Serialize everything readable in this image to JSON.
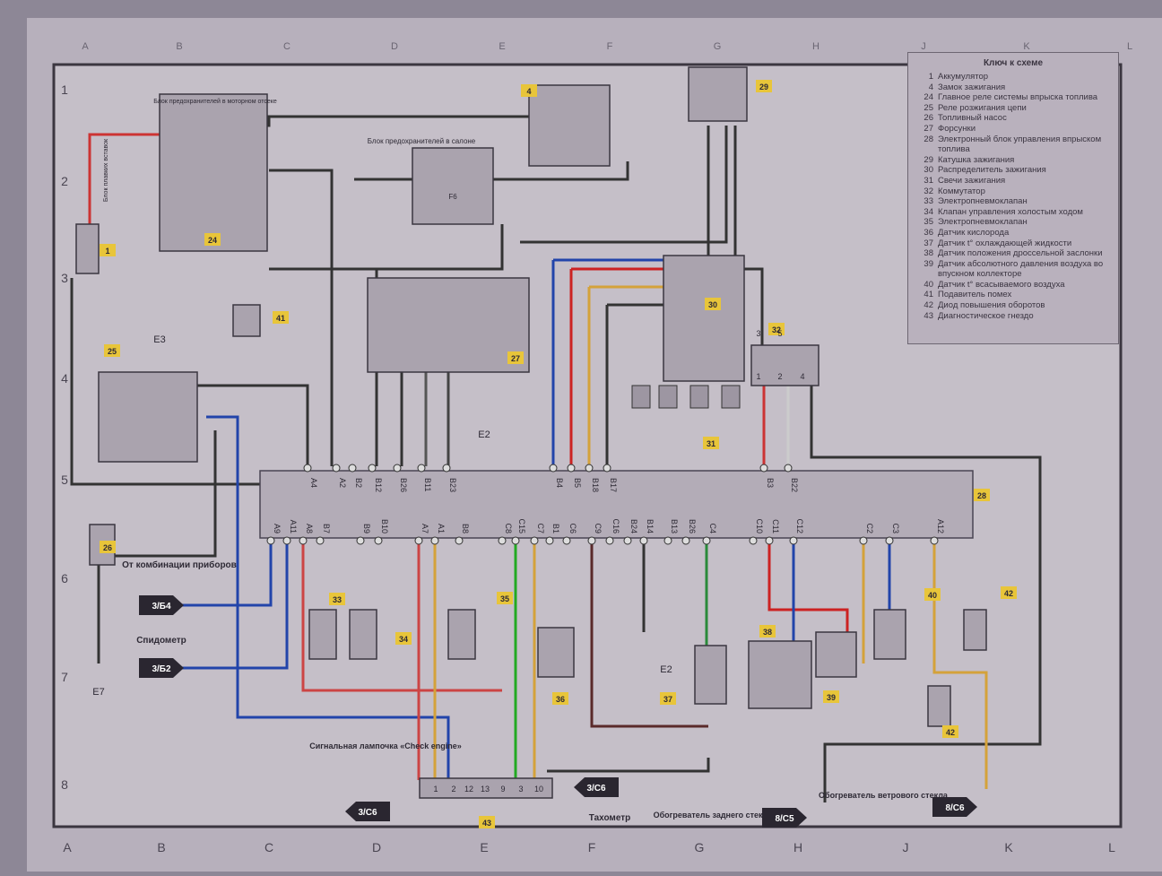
{
  "legend": {
    "title": "Ключ к схеме",
    "items": [
      {
        "num": "1",
        "label": "Аккумулятор"
      },
      {
        "num": "4",
        "label": "Замок зажигания"
      },
      {
        "num": "24",
        "label": "Главное реле системы впрыска топлива"
      },
      {
        "num": "25",
        "label": "Реле розжигания цепи"
      },
      {
        "num": "26",
        "label": "Топливный насос"
      },
      {
        "num": "27",
        "label": "Форсунки"
      },
      {
        "num": "28",
        "label": "Электронный блок управления впрыском топлива"
      },
      {
        "num": "29",
        "label": "Катушка зажигания"
      },
      {
        "num": "30",
        "label": "Распределитель зажигания"
      },
      {
        "num": "31",
        "label": "Свечи зажигания"
      },
      {
        "num": "32",
        "label": "Коммутатор"
      },
      {
        "num": "33",
        "label": "Электропневмоклапан"
      },
      {
        "num": "34",
        "label": "Клапан управления холостым ходом"
      },
      {
        "num": "35",
        "label": "Электропневмоклапан"
      },
      {
        "num": "36",
        "label": "Датчик кислорода"
      },
      {
        "num": "37",
        "label": "Датчик t° охлаждающей жидкости"
      },
      {
        "num": "38",
        "label": "Датчик положения дроссельной заслонки"
      },
      {
        "num": "39",
        "label": "Датчик абсолютного давления воздуха во впускном коллекторе"
      },
      {
        "num": "40",
        "label": "Датчик t° всасываемого воздуха"
      },
      {
        "num": "41",
        "label": "Подавитель помех"
      },
      {
        "num": "42",
        "label": "Диод повышения оборотов"
      },
      {
        "num": "43",
        "label": "Диагностическое гнездо"
      }
    ]
  },
  "grid": {
    "columns": [
      "A",
      "B",
      "C",
      "D",
      "E",
      "F",
      "G",
      "H",
      "J",
      "K",
      "L"
    ],
    "rows": [
      "1",
      "2",
      "3",
      "4",
      "5",
      "6",
      "7",
      "8"
    ]
  },
  "ecu": {
    "top_pins": [
      "A4",
      "A2",
      "B2",
      "B12",
      "B26",
      "B11",
      "B23",
      "B4",
      "B5",
      "B18",
      "B17",
      "B3",
      "B22"
    ],
    "bottom_pins": [
      "A9",
      "A11",
      "A8",
      "B7",
      "B9",
      "B10",
      "A7",
      "A1",
      "B8",
      "C8",
      "C15",
      "C7",
      "B1",
      "C6",
      "C9",
      "C16",
      "B24",
      "B14",
      "B13",
      "B26",
      "C4",
      "C10",
      "C11",
      "C12",
      "C2",
      "C3",
      "A12"
    ]
  },
  "components": [
    "24",
    "4",
    "29",
    "1",
    "41",
    "25",
    "27",
    "30",
    "32",
    "31",
    "28",
    "26",
    "33",
    "34",
    "35",
    "36",
    "37",
    "38",
    "39",
    "40",
    "42",
    "42",
    "43"
  ],
  "labels": {
    "fuse_block_cabin": "Блок предохранителей в салоне",
    "fuse_label": "F6",
    "fuse_block_engine": "Блок предохранителей в моторном отсеке",
    "battery_fuse": "Блок плавких вставок",
    "ground_e3": "E3",
    "ground_e2a": "E2",
    "ground_e2b": "E2",
    "ground_e7": "E7",
    "from_cluster": "От комбинации приборов",
    "speedometer": "Спидометр",
    "check_engine": "Сигнальная лампочка «Check engine»",
    "tachometer": "Тахометр",
    "rear_heater": "Обогреватель заднего стекла",
    "windshield_heater": "Обогреватель ветрового стекла"
  },
  "connectors": [
    "3/Б4",
    "3/Б2",
    "3/С6",
    "3/С6",
    "8/С5",
    "8/С6"
  ],
  "diag_pins": [
    "1",
    "2",
    "12",
    "13",
    "9",
    "3",
    "10"
  ],
  "coil_pins": [
    "3",
    "5",
    "1",
    "2",
    "4"
  ]
}
